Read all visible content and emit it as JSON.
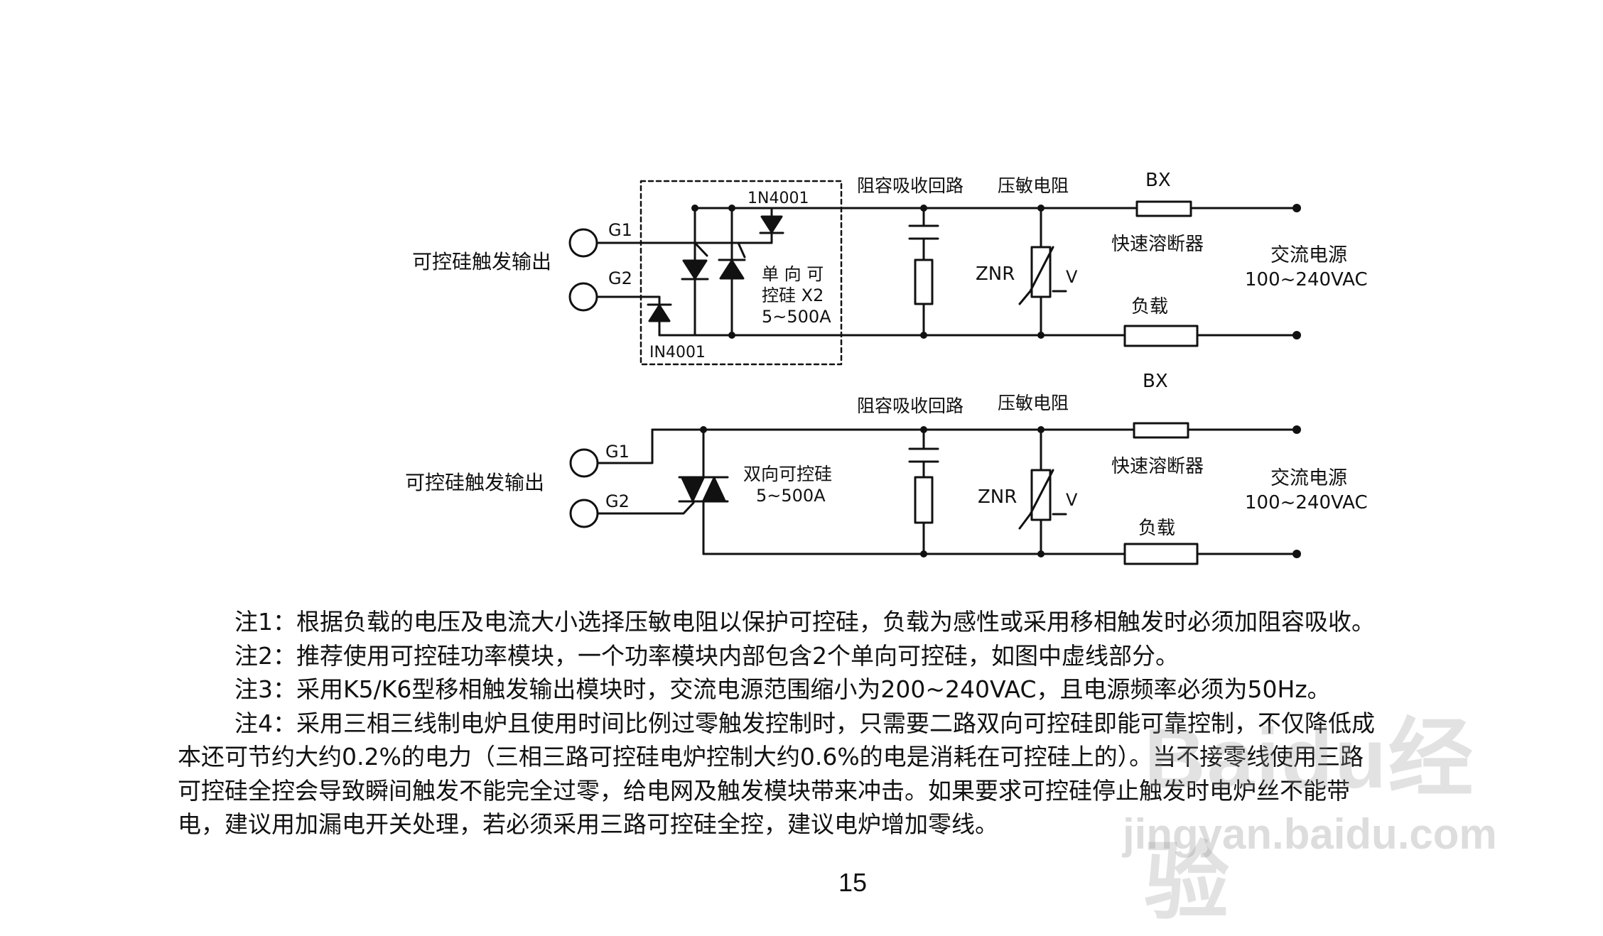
{
  "circuit_top": {
    "trigger_output_label": "可控硅触发输出",
    "gate1_label": "G1",
    "gate2_label": "G2",
    "diode_top_label": "1N4001",
    "diode_bottom_label": "IN4001",
    "module_label_line1": "单 向 可",
    "module_label_line2": "控硅 X2",
    "module_label_line3": "5~500A",
    "snubber_label": "阻容吸收回路",
    "varistor_label": "压敏电阻",
    "znr_label": "ZNR",
    "v_label": "V",
    "fuse_label": "BX",
    "fuse_name": "快速溶断器",
    "ac_source_label": "交流电源",
    "ac_range_label": "100~240VAC",
    "load_label": "负载"
  },
  "circuit_bottom": {
    "trigger_output_label": "可控硅触发输出",
    "gate1_label": "G1",
    "gate2_label": "G2",
    "triac_label_line1": "双向可控硅",
    "triac_label_line2": "5~500A",
    "snubber_label": "阻容吸收回路",
    "varistor_label": "压敏电阻",
    "znr_label": "ZNR",
    "v_label": "V",
    "fuse_label": "BX",
    "fuse_name": "快速溶断器",
    "ac_source_label": "交流电源",
    "ac_range_label": "100~240VAC",
    "load_label": "负载"
  },
  "notes": {
    "note1": "注1：根据负载的电压及电流大小选择压敏电阻以保护可控硅，负载为感性或采用移相触发时必须加阻容吸收。",
    "note2": "注2：推荐使用可控硅功率模块，一个功率模块内部包含2个单向可控硅，如图中虚线部分。",
    "note3": "注3：采用K5/K6型移相触发输出模块时，交流电源范围缩小为200~240VAC，且电源频率必须为50Hz。",
    "note4_line1": "注4：采用三相三线制电炉且使用时间比例过零触发控制时，只需要二路双向可控硅即能可靠控制，不仅降低成",
    "note4_line2": "本还可节约大约0.2%的电力（三相三路可控硅电炉控制大约0.6%的电是消耗在可控硅上的）。当不接零线使用三路",
    "note4_line3": "可控硅全控会导致瞬间触发不能完全过零，给电网及触发模块带来冲击。如果要求可控硅停止触发时电炉丝不能带",
    "note4_line4": "电，建议用加漏电开关处理，若必须采用三路可控硅全控，建议电炉增加零线。"
  },
  "page_number": "15",
  "watermark": {
    "brand": "Baidu经验",
    "url": "jingyan.baidu.com"
  }
}
